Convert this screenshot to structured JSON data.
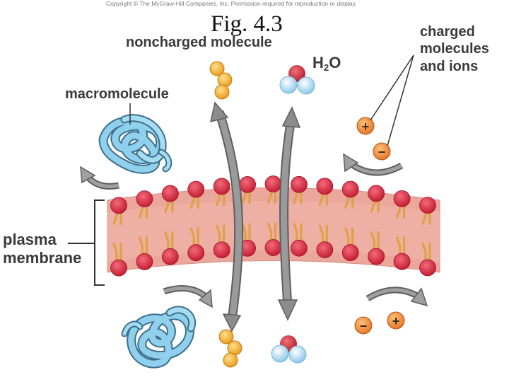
{
  "copyright": "Copyright © The McGraw-Hill Companies, Inc. Permission required for reproduction or display.",
  "figure_title": "Fig. 4.3",
  "labels": {
    "noncharged": "noncharged molecule",
    "water_main": "H",
    "water_sub": "2",
    "water_end": "O",
    "charged_1": "charged",
    "charged_2": "molecules",
    "charged_3": "and ions",
    "macromolecule": "macromolecule",
    "plasma_1": "plasma",
    "plasma_2": "membrane"
  },
  "ions": {
    "plus": "+",
    "minus": "−"
  },
  "colors": {
    "membrane_band": "#e9a59a",
    "phospholipid_head": "#d8283f",
    "lipid_tail": "#e1a044",
    "arrow": "#8c8c8c",
    "macromolecule": "#8fd0ec",
    "noncharged_molecule": "#f2b440",
    "ion": "#ee8a3a",
    "water_oxygen": "#cf2f3f",
    "water_hydrogen": "#bfe4f5"
  }
}
